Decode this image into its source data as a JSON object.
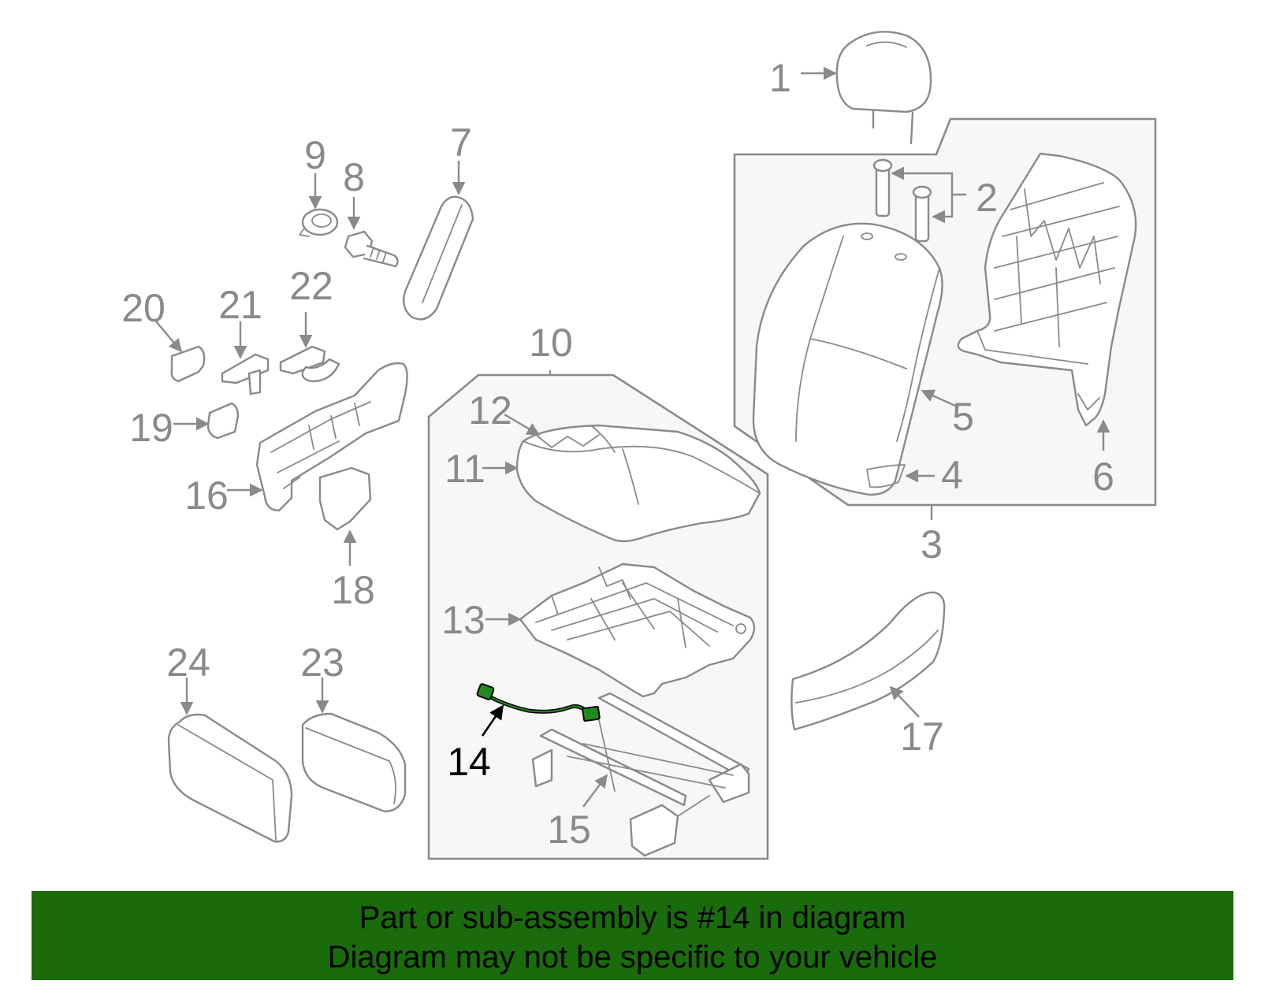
{
  "diagram": {
    "callouts": [
      "1",
      "2",
      "3",
      "4",
      "5",
      "6",
      "7",
      "8",
      "9",
      "10",
      "11",
      "12",
      "13",
      "14",
      "15",
      "16",
      "17",
      "18",
      "19",
      "20",
      "21",
      "22",
      "23",
      "24"
    ],
    "highlighted_part": "14"
  },
  "footer": {
    "line1": "Part or sub-assembly is #14 in diagram",
    "line2": "Diagram may not be specific to your vehicle"
  },
  "colors": {
    "banner": "#1a6b0c",
    "line": "#8a8a8a",
    "highlight_part": "#1f8a1f",
    "highlight_label": "#000000"
  }
}
